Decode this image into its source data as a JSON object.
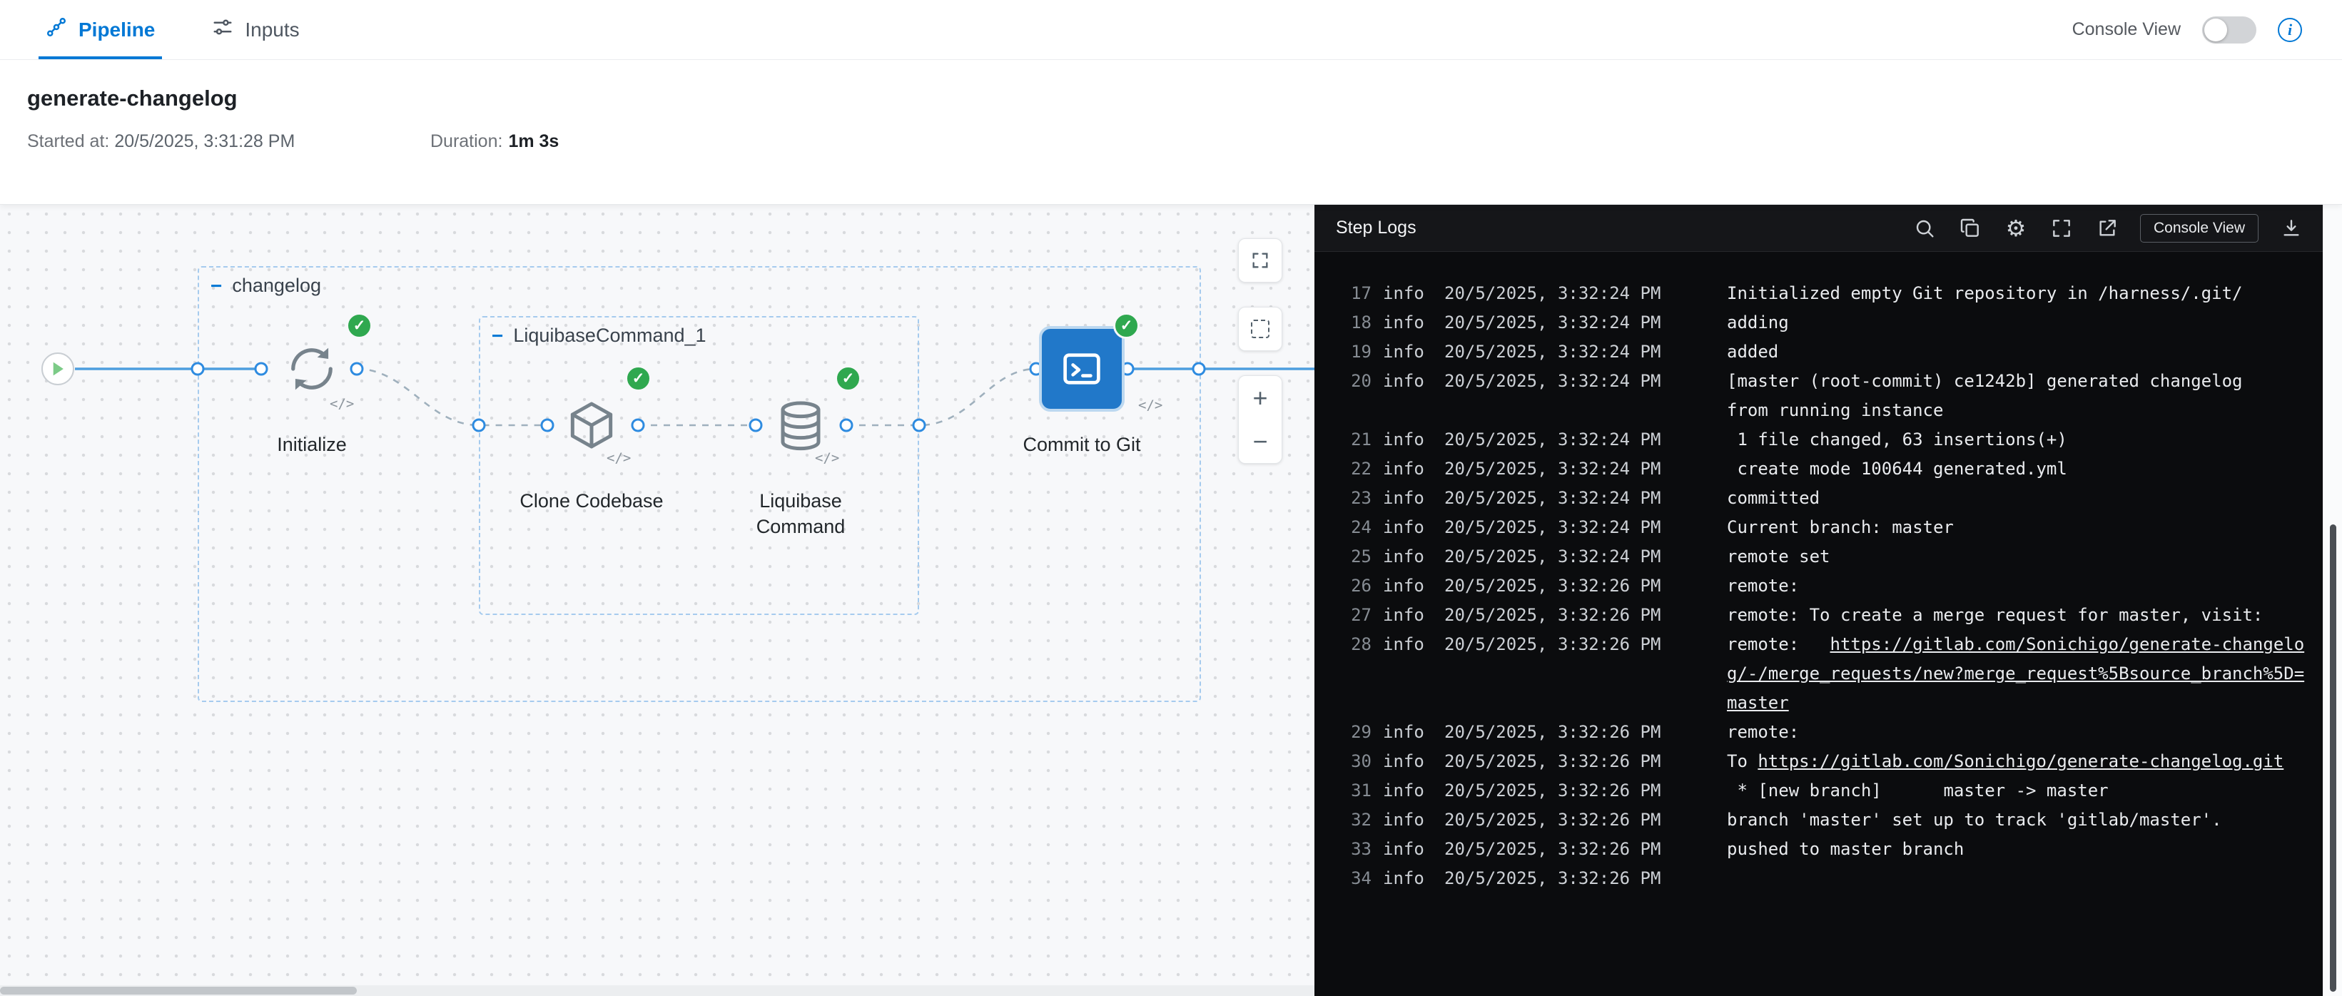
{
  "topbar": {
    "tabs": [
      {
        "label": "Pipeline"
      },
      {
        "label": "Inputs"
      }
    ],
    "console_view_label": "Console View"
  },
  "run_header": {
    "title": "generate-changelog",
    "started_label": "Started at:",
    "started_value": "20/5/2025, 3:31:28 PM",
    "duration_label": "Duration:",
    "duration_value": "1m 3s"
  },
  "canvas": {
    "stage_label": "changelog",
    "group_label": "LiquibaseCommand_1",
    "steps": [
      {
        "label": "Initialize"
      },
      {
        "label": "Clone Codebase"
      },
      {
        "label": "Liquibase Command"
      },
      {
        "label": "Commit to Git"
      }
    ],
    "code_glyph": "</>",
    "zoom_in": "+",
    "zoom_out": "−",
    "collapse_glyph": "−"
  },
  "log_panel": {
    "title": "Step Logs",
    "console_view_button": "Console View",
    "entries": [
      {
        "n": "17",
        "level": "info",
        "time": "20/5/2025, 3:32:24 PM",
        "message": "Initialized empty Git repository in /harness/.git/"
      },
      {
        "n": "18",
        "level": "info",
        "time": "20/5/2025, 3:32:24 PM",
        "message": "adding"
      },
      {
        "n": "19",
        "level": "info",
        "time": "20/5/2025, 3:32:24 PM",
        "message": "added"
      },
      {
        "n": "20",
        "level": "info",
        "time": "20/5/2025, 3:32:24 PM",
        "message": "[master (root-commit) ce1242b] generated changelog\nfrom running instance"
      },
      {
        "n": "21",
        "level": "info",
        "time": "20/5/2025, 3:32:24 PM",
        "message": " 1 file changed, 63 insertions(+)"
      },
      {
        "n": "22",
        "level": "info",
        "time": "20/5/2025, 3:32:24 PM",
        "message": " create mode 100644 generated.yml"
      },
      {
        "n": "23",
        "level": "info",
        "time": "20/5/2025, 3:32:24 PM",
        "message": "committed"
      },
      {
        "n": "24",
        "level": "info",
        "time": "20/5/2025, 3:32:24 PM",
        "message": "Current branch: master"
      },
      {
        "n": "25",
        "level": "info",
        "time": "20/5/2025, 3:32:24 PM",
        "message": "remote set"
      },
      {
        "n": "26",
        "level": "info",
        "time": "20/5/2025, 3:32:26 PM",
        "message": "remote:"
      },
      {
        "n": "27",
        "level": "info",
        "time": "20/5/2025, 3:32:26 PM",
        "message": "remote: To create a merge request for master, visit:"
      },
      {
        "n": "28",
        "level": "info",
        "time": "20/5/2025, 3:32:26 PM",
        "segments": [
          {
            "text": "remote:   "
          },
          {
            "text": "https://gitlab.com/Sonichigo/generate-changelog/-/merge_requests/new?merge_request%5Bsource_branch%5D=master",
            "link": true
          }
        ]
      },
      {
        "n": "29",
        "level": "info",
        "time": "20/5/2025, 3:32:26 PM",
        "message": "remote:"
      },
      {
        "n": "30",
        "level": "info",
        "time": "20/5/2025, 3:32:26 PM",
        "segments": [
          {
            "text": "To "
          },
          {
            "text": "https://gitlab.com/Sonichigo/generate-changelog.git",
            "link": true
          }
        ]
      },
      {
        "n": "31",
        "level": "info",
        "time": "20/5/2025, 3:32:26 PM",
        "message": " * [new branch]      master -> master"
      },
      {
        "n": "32",
        "level": "info",
        "time": "20/5/2025, 3:32:26 PM",
        "message": "branch 'master' set up to track 'gitlab/master'."
      },
      {
        "n": "33",
        "level": "info",
        "time": "20/5/2025, 3:32:26 PM",
        "message": "pushed to master branch"
      },
      {
        "n": "34",
        "level": "info",
        "time": "20/5/2025, 3:32:26 PM",
        "message": ""
      }
    ]
  },
  "colors": {
    "accent": "#0278d5",
    "success": "#2fa84f",
    "node_blue": "#2178c9"
  }
}
